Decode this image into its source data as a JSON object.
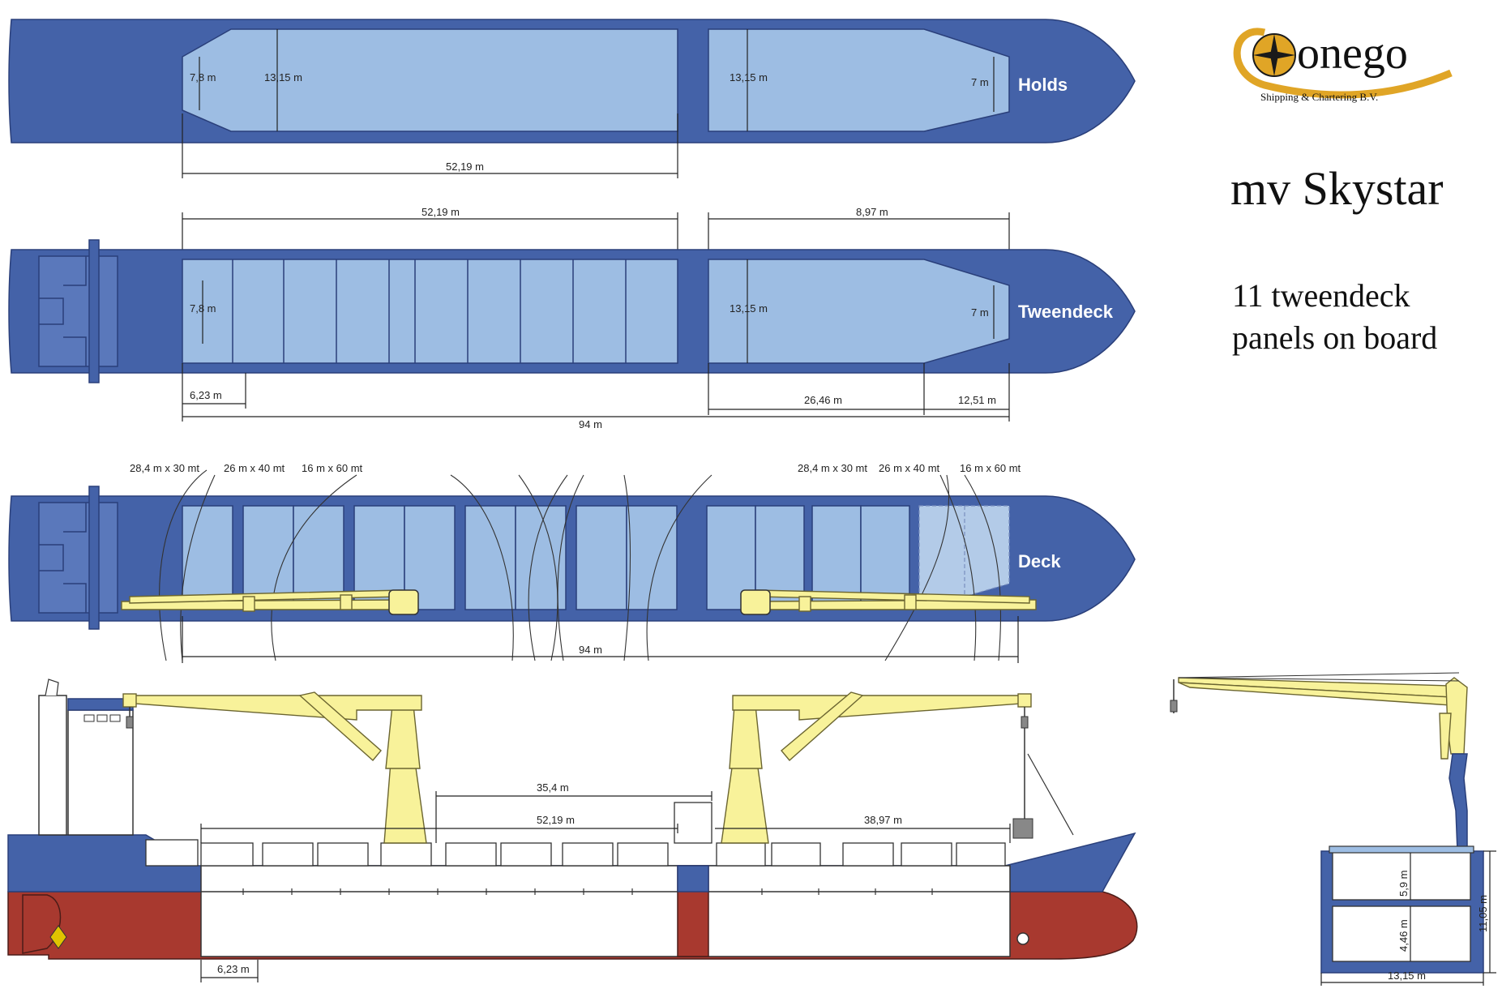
{
  "brand": {
    "name": "onego",
    "tagline": "Shipping & Chartering B.V.",
    "colors": {
      "logo_gold": "#e0a526",
      "logo_dark": "#1a1a1a"
    }
  },
  "title": {
    "vessel": "mv Skystar",
    "note_line1": "11 tweendeck",
    "note_line2": "panels on board"
  },
  "colors": {
    "hull_blue": "#4462a8",
    "hold_light": "#9dbde3",
    "crane_yellow": "#f8f29a",
    "bottom_red": "#a8392f",
    "outline": "#2a3f7a"
  },
  "holds_view": {
    "label": "Holds",
    "dims": {
      "h1_width": "7,8 m",
      "h1_breadth": "13,15 m",
      "h2_breadth": "13,15 m",
      "h2_fwd_width": "7 m",
      "h1_length": "52,19 m"
    }
  },
  "tweendeck_view": {
    "label": "Tweendeck",
    "dims": {
      "h1_length": "52,19 m",
      "h2_length": "8,97 m",
      "h1_width": "7,8 m",
      "h2_breadth": "13,15 m",
      "h2_fwd_width": "7 m",
      "aft_panel": "6,23 m",
      "h2_mid": "26,46 m",
      "h2_fwd": "12,51 m",
      "overall": "94 m"
    }
  },
  "deck_view": {
    "label": "Deck",
    "overall": "94 m",
    "crane_ratings": [
      "28,4 m x 30 mt",
      "26 m x 40 mt",
      "16 m x 60 mt"
    ]
  },
  "profile_view": {
    "dims": {
      "outreach": "35,4 m",
      "hold1": "52,19 m",
      "hold2": "38,97 m",
      "aft_panel": "6,23 m"
    }
  },
  "section_view": {
    "dims": {
      "upper": "5,9 m",
      "lower": "4,46 m",
      "depth": "11,05 m",
      "breadth": "13,15 m"
    }
  }
}
